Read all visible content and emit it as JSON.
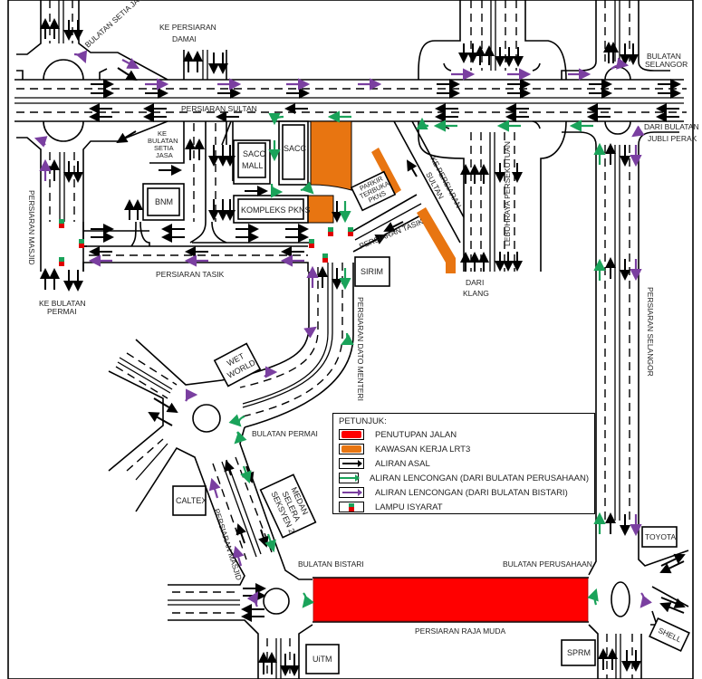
{
  "colors": {
    "road_closure": "#ff0000",
    "lrt3_work_zone": "#e87511",
    "original_flow": "#000000",
    "detour_perusahaan": "#1aa35a",
    "detour_bistari": "#7a3fa0",
    "signal_green": "#1aa35a",
    "signal_red": "#e00000"
  },
  "roads": {
    "persiaran_sultan": "PERSIARAN SULTAN",
    "persiaran_tasik_west": "PERSIARAN TASIK",
    "persiaran_tasik_east": "PERSIARAN TASIK",
    "persiaran_masjid_north": "PERSIARAN MASJID",
    "persiaran_masjid_south": "PERSIARAN MASJID",
    "persiaran_dato_menteri": "PERSIARAN DATO MENTERI",
    "persiaran_selangor": "PERSIARAN SELANGOR",
    "lebuhraya_persekutuan": "LEBUHRAYA PERSEKUTUAN",
    "persiaran_raja_muda": "PERSIARAN RAJA MUDA"
  },
  "roundabouts": {
    "setia_jasa": "BULATAN SETIA JASA",
    "selangor": [
      "BULATAN",
      "SELANGOR"
    ],
    "permai": "BULATAN PERMAI",
    "bistari": "BULATAN BISTARI",
    "perusahaan": "BULATAN PERUSAHAAN"
  },
  "directions": {
    "ke_persiaran_damai": [
      "KE PERSIARAN",
      "DAMAI"
    ],
    "ke_bulatan_setia_jasa": [
      "KE",
      "BULATAN",
      "SETIA",
      "JASA"
    ],
    "dari_bulatan_jubli_perak": [
      "DARI BULATAN",
      "JUBLI PERAK"
    ],
    "ke_persiaran_sultan": [
      "KE PERSIARAN",
      "SULTAN"
    ],
    "dari_klang": [
      "DARI",
      "KLANG"
    ],
    "ke_bulatan_permai": [
      "KE BULATAN",
      "PERMAI"
    ]
  },
  "buildings": {
    "bnm": "BNM",
    "sacc_mall": [
      "SACC",
      "MALL"
    ],
    "sacc": "SACC",
    "kompleks_pkns": "KOMPLEKS PKNS",
    "parkir_terbuka_pkns": [
      "PARKIR",
      "TERBUKA",
      "PKNS"
    ],
    "sirim": "SIRIM",
    "wet_world": [
      "WET",
      "WORLD"
    ],
    "caltex": "CALTEX",
    "medan_selera": [
      "MEDAN",
      "SELERA",
      "SEKSYEN 2"
    ],
    "uitm": "UiTM",
    "sprm": "SPRM",
    "toyota": "TOYOTA",
    "shell": "SHELL"
  },
  "legend": {
    "title": "PETUNJUK:",
    "items": [
      {
        "label": "PENUTUPAN JALAN",
        "type": "fill",
        "color": "#ff0000"
      },
      {
        "label": "KAWASAN KERJA LRT3",
        "type": "fill",
        "color": "#e87511"
      },
      {
        "label": "ALIRAN ASAL",
        "type": "arrow",
        "color": "#000000"
      },
      {
        "label": "ALIRAN LENCONGAN (DARI BULATAN PERUSAHAAN)",
        "type": "arrow",
        "color": "#1aa35a"
      },
      {
        "label": "ALIRAN LENCONGAN (DARI BULATAN BISTARI)",
        "type": "arrow",
        "color": "#7a3fa0"
      },
      {
        "label": "LAMPU ISYARAT",
        "type": "signal",
        "color": "#1aa35a"
      }
    ]
  }
}
